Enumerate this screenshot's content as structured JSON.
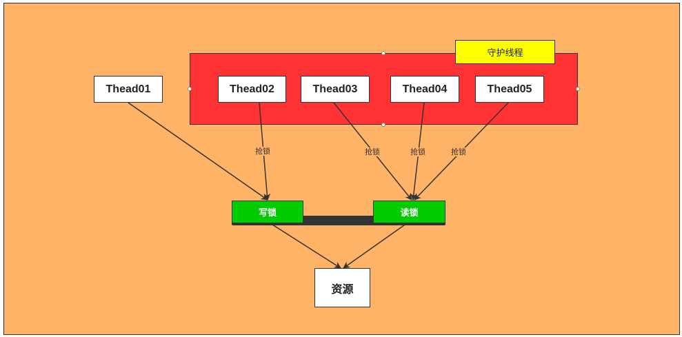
{
  "group_label": "守护线程",
  "threads": {
    "t1": "Thead01",
    "t2": "Thead02",
    "t3": "Thead03",
    "t4": "Thead04",
    "t5": "Thead05"
  },
  "locks": {
    "write": "写锁",
    "read": "读锁"
  },
  "edge_label": "抢锁",
  "resource": "资源",
  "colors": {
    "background": "#ffb366",
    "group": "#ff3333",
    "label": "#ffff00",
    "lock": "#00cc00"
  }
}
